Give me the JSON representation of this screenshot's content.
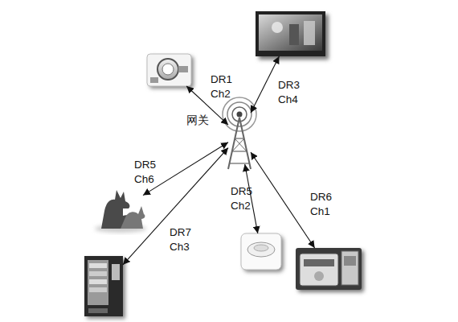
{
  "diagram": {
    "nodes": [
      {
        "text": []
      },
      {
        "text": []
      },
      {
        "text": [
          "网关"
        ]
      },
      {
        "text": []
      },
      {
        "text": []
      },
      {
        "text": []
      },
      {
        "text": []
      }
    ],
    "edges": [
      {
        "from": 2,
        "to": 1,
        "label": "DR1 Ch2",
        "arrow": "both"
      },
      {
        "from": 2,
        "to": 0,
        "label": "DR3 Ch4",
        "arrow": "both"
      },
      {
        "from": 2,
        "to": 3,
        "label": "DR5 Ch6",
        "arrow": "both"
      },
      {
        "from": 2,
        "to": 6,
        "label": "DR7 Ch3",
        "arrow": "both"
      },
      {
        "from": 2,
        "to": 4,
        "label": "DR5 Ch2",
        "arrow": "both"
      },
      {
        "from": 2,
        "to": 5,
        "label": "DR6 Ch1",
        "arrow": "both"
      }
    ]
  }
}
